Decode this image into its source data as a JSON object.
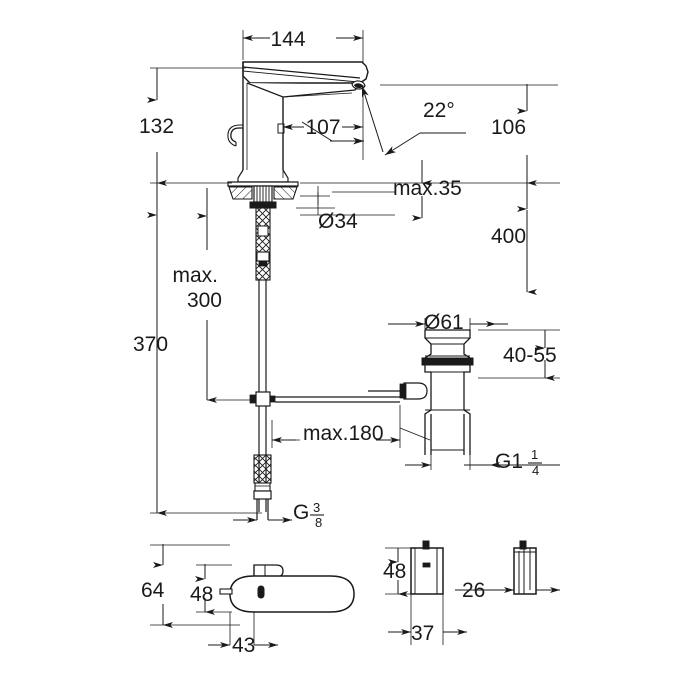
{
  "drawing": {
    "title": "Faucet technical dimension drawing",
    "units": "mm",
    "line_color": "#1a1a1a",
    "text_color": "#1a1a1a",
    "background": "#ffffff"
  },
  "dimensions": {
    "spout_reach": "144",
    "spout_height": "132",
    "spout_inner": "107",
    "spout_angle": "22°",
    "clearance": "106",
    "deck_thickness": "max.35",
    "shank_dia": "Ø34",
    "supply_length": "400",
    "hose_max": "max.",
    "hose_max_value": "300",
    "total_drop": "370",
    "flex_reach": "max.180",
    "thread_supply": "G",
    "thread_supply_num": "3",
    "thread_supply_den": "8",
    "waste_dia": "Ø61",
    "waste_range": "40-55",
    "thread_waste": "G1",
    "thread_waste_num": "1",
    "thread_waste_den": "4",
    "plan_height": "64",
    "plan_body": "48",
    "plan_width": "43",
    "side_height": "48",
    "side_depth": "37",
    "back_depth": "26"
  }
}
